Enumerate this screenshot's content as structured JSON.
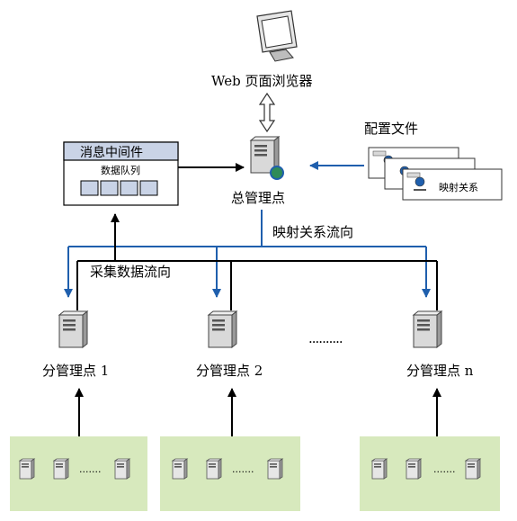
{
  "browser_label": "Web 页面浏览器",
  "master_label": "总管理点",
  "config_label": "配置文件",
  "mapping_doc_label": "映射关系",
  "middleware": {
    "title": "消息中间件",
    "queue_label": "数据队列"
  },
  "flow": {
    "mapping": "映射关系流向",
    "collect": "采集数据流向"
  },
  "nodes": [
    {
      "label": "分管理点 1"
    },
    {
      "label": "分管理点 2"
    },
    {
      "label": "分管理点 n"
    }
  ],
  "node_dots": "··········",
  "cluster_dots": "·······",
  "colors": {
    "blue_arrow": "#1f5fad",
    "black_line": "#000000",
    "cluster_bg": "#d7e9bd",
    "middleware_header": "#c9d3e6",
    "queue_cell": "#c9d3e6",
    "server_body": "#d9d9d9"
  }
}
